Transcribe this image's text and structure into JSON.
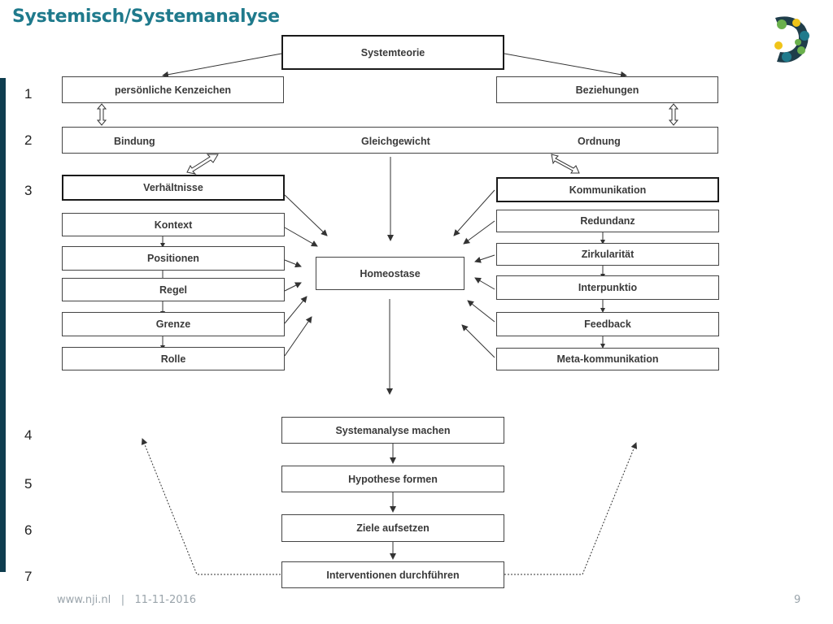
{
  "slide": {
    "title": "Systemisch/Systemanalyse",
    "footer_url": "www.nji.nl",
    "footer_sep": "|",
    "footer_date": "11-11-2016",
    "page_number": "9"
  },
  "levels": [
    "1",
    "2",
    "3",
    "4",
    "5",
    "6",
    "7"
  ],
  "diagram": {
    "top": "Systemteorie",
    "level1_left": "persönliche Kenzeichen",
    "level1_right": "Beziehungen",
    "level2": [
      "Bindung",
      "Gleichgewicht",
      "Ordnung"
    ],
    "left_header": "Verhältnisse",
    "left_items": [
      "Kontext",
      "Positionen",
      "Regel",
      "Grenze",
      "Rolle"
    ],
    "center": "Homeostase",
    "right_header": "Kommunikation",
    "right_items": [
      "Redundanz",
      "Zirkularität",
      "Interpunktio",
      "Feedback",
      "Meta-kommunikation"
    ],
    "steps": [
      "Systemanalyse machen",
      "Hypothese formen",
      "Ziele aufsetzen",
      "Interventionen durchführen"
    ]
  },
  "colors": {
    "title": "#1f7a8c",
    "sidebar": "#0e3d4f",
    "footer": "#9aa4ab"
  }
}
